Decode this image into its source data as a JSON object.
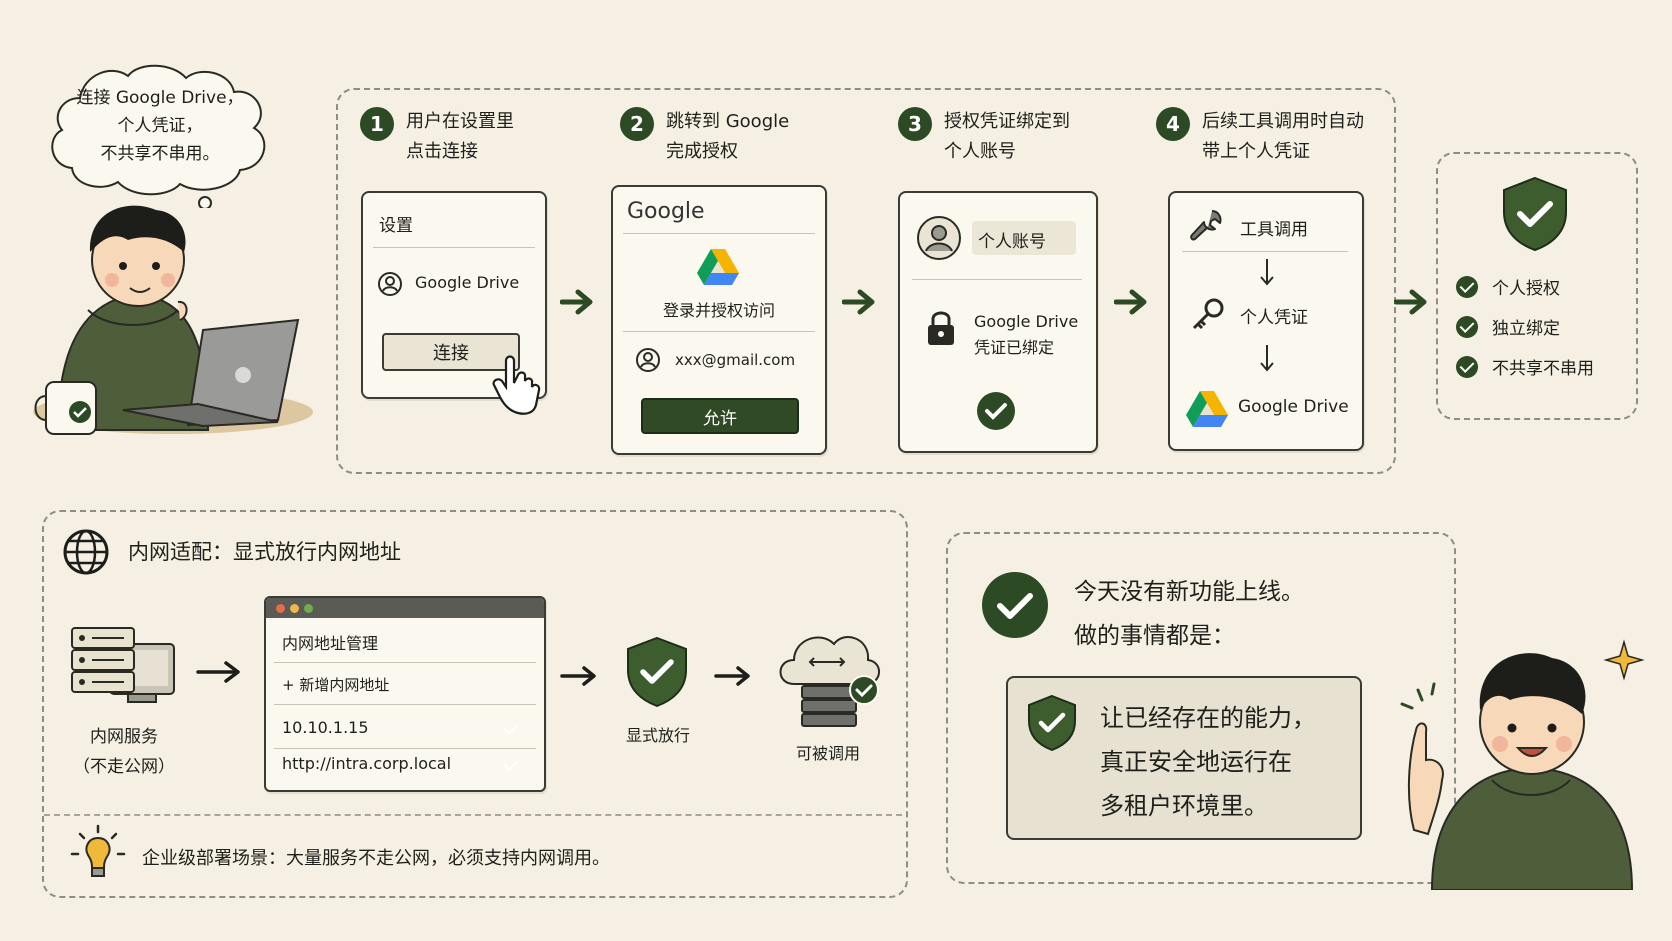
{
  "thought_bubble": {
    "line1": "连接 Google Drive，",
    "line2": "个人凭证，",
    "line3": "不共享不串用。"
  },
  "steps": [
    {
      "num": "1",
      "line1": "用户在设置里",
      "line2": "点击连接"
    },
    {
      "num": "2",
      "line1": "跳转到 Google",
      "line2": "完成授权"
    },
    {
      "num": "3",
      "line1": "授权凭证绑定到",
      "line2": "个人账号"
    },
    {
      "num": "4",
      "line1": "后续工具调用时自动",
      "line2": "带上个人凭证"
    }
  ],
  "settings_card": {
    "title": "设置",
    "item_label": "Google Drive",
    "connect_button": "连接"
  },
  "google_card": {
    "brand": "Google",
    "prompt": "登录并授权访问",
    "email": "xxx@gmail.com",
    "allow_button": "允许"
  },
  "account_card": {
    "account_label": "个人账号",
    "bound_line1": "Google Drive",
    "bound_line2": "凭证已绑定"
  },
  "tool_card": {
    "tool_label": "工具调用",
    "credential_label": "个人凭证",
    "drive_label": "Google Drive"
  },
  "result_list": [
    "个人授权",
    "独立绑定",
    "不共享不串用"
  ],
  "intranet": {
    "title": "内网适配：显式放行内网地址",
    "server_label_line1": "内网服务",
    "server_label_line2": "（不走公网）",
    "window_title": "内网地址管理",
    "add_label": "+ 新增内网地址",
    "addresses": [
      "10.10.1.15",
      "http://intra.corp.local"
    ],
    "allow_label": "显式放行",
    "callable_label": "可被调用",
    "footer_note": "企业级部署场景：大量服务不走公网，必须支持内网调用。"
  },
  "summary": {
    "line1": "今天没有新功能上线。",
    "line2": "做的事情都是：",
    "inner_line1": "让已经存在的能力，",
    "inner_line2": "真正安全地运行在",
    "inner_line3": "多租户环境里。"
  },
  "colors": {
    "accent": "#2c4a23",
    "background": "#f5f0e3",
    "card": "#fbf8ef"
  },
  "icons": [
    "user-icon",
    "cursor-hand-icon",
    "google-drive-icon",
    "lock-icon",
    "wrench-icon",
    "key-icon",
    "shield-check-icon",
    "globe-icon",
    "server-icon",
    "cloud-icon",
    "lightbulb-icon",
    "check-icon",
    "arrow-right-icon",
    "arrow-down-icon"
  ]
}
